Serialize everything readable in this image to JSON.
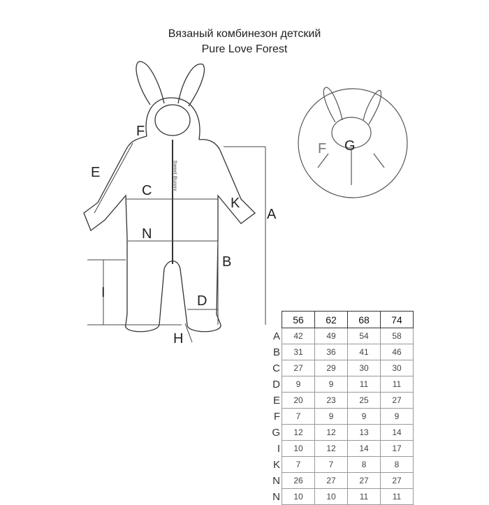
{
  "title": "Вязаный комбинезон детский",
  "subtitle": "Pure Love Forest",
  "garment_print": "Sweet Bunny",
  "labels": {
    "A": "A",
    "B": "B",
    "C": "C",
    "D": "D",
    "E": "E",
    "F": "F",
    "G": "G",
    "H": "H",
    "I": "I",
    "K": "K",
    "N": "N",
    "F2": "F"
  },
  "table": {
    "headers": [
      "56",
      "62",
      "68",
      "74"
    ],
    "rows": [
      {
        "label": "A",
        "values": [
          "42",
          "49",
          "54",
          "58"
        ]
      },
      {
        "label": "B",
        "values": [
          "31",
          "36",
          "41",
          "46"
        ]
      },
      {
        "label": "C",
        "values": [
          "27",
          "29",
          "30",
          "30"
        ]
      },
      {
        "label": "D",
        "values": [
          "9",
          "9",
          "11",
          "11"
        ]
      },
      {
        "label": "E",
        "values": [
          "20",
          "23",
          "25",
          "27"
        ]
      },
      {
        "label": "F",
        "values": [
          "7",
          "9",
          "9",
          "9"
        ]
      },
      {
        "label": "G",
        "values": [
          "12",
          "12",
          "13",
          "14"
        ]
      },
      {
        "label": "I",
        "values": [
          "10",
          "12",
          "14",
          "17"
        ]
      },
      {
        "label": "K",
        "values": [
          "7",
          "7",
          "8",
          "8"
        ]
      },
      {
        "label": "N",
        "values": [
          "26",
          "27",
          "27",
          "27"
        ]
      },
      {
        "label": "N",
        "values": [
          "10",
          "10",
          "11",
          "11"
        ]
      }
    ]
  }
}
